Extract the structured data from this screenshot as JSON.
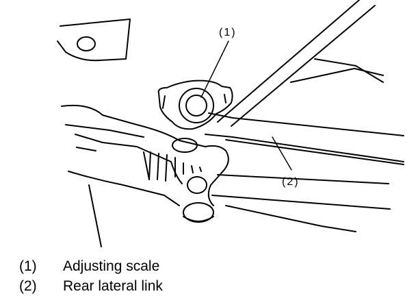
{
  "callouts": [
    {
      "number": "(1)"
    },
    {
      "number": "(2)"
    }
  ],
  "legend": [
    {
      "number": "(1)",
      "label": "Adjusting scale"
    },
    {
      "number": "(2)",
      "label": "Rear lateral link"
    }
  ],
  "colors": {
    "ink": "#000000",
    "paper": "#ffffff"
  }
}
